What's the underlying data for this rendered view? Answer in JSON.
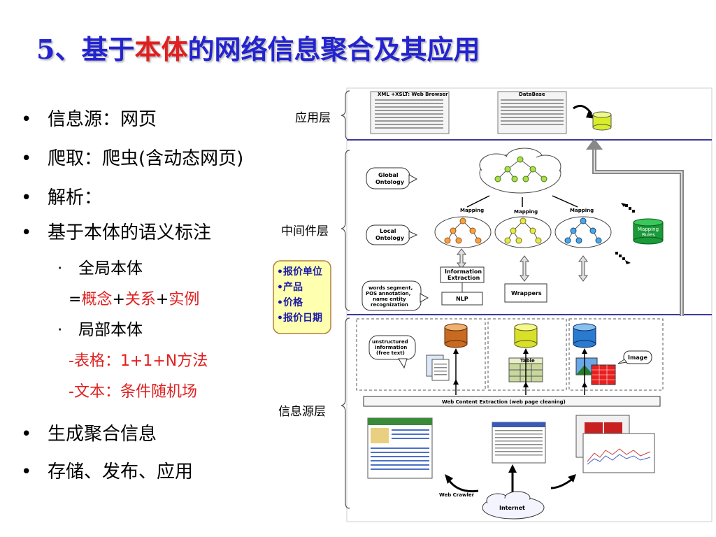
{
  "title": {
    "prefix": "5、基于",
    "highlight": "本体",
    "suffix": "的网络信息聚合及其应用"
  },
  "bullets": {
    "b1": "信息源：网页",
    "b2": "爬取：爬虫(含动态网页)",
    "b3": "解析：",
    "b4": "基于本体的语义标注",
    "b5": "生成聚合信息",
    "b6": "存储、发布、应用"
  },
  "sub": {
    "global": "全局本体",
    "eq_prefix": "=",
    "concept": "概念",
    "plus": "+",
    "relation": "关系",
    "instance": "实例",
    "local": "局部本体",
    "table": "-表格：1+1+N方法",
    "text": "-文本：条件随机场"
  },
  "layers": {
    "app": "应用层",
    "middle": "中间件层",
    "source": "信息源层"
  },
  "callout": [
    "•报价单位",
    "•产品",
    "•价格",
    "•报价日期"
  ],
  "diagram": {
    "browser": "XML +XSLT: Web Browser",
    "database": "DataBase",
    "global_ontology": [
      "Global",
      "Ontology"
    ],
    "local_ontology": [
      "Local",
      "Ontology"
    ],
    "mapping": "Mapping",
    "mapping_rules": [
      "Mapping",
      "Rules"
    ],
    "info_extraction": [
      "Information",
      "Extraction"
    ],
    "nlp": "NLP",
    "wrappers": "Wrappers",
    "nlp_tasks": [
      "words segment,",
      "POS annotation,",
      "name entity",
      "recognization"
    ],
    "unstructured": [
      "unstructured",
      "information",
      "(free text)"
    ],
    "table": "Table",
    "image": "Image",
    "web_content": "Web Content Extraction (web page cleaning)",
    "crawler": "Web Crawler",
    "internet": "Internet"
  }
}
